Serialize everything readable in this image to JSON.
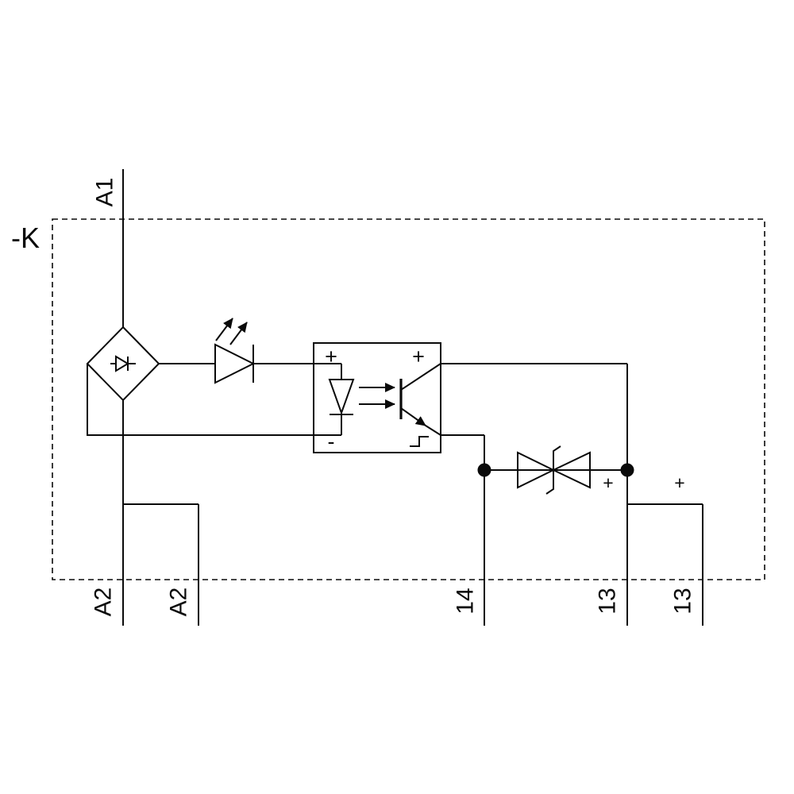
{
  "module": {
    "label": "-K"
  },
  "terminals": {
    "a1": "A1",
    "a2_main": "A2",
    "a2_aux": "A2",
    "t14": "14",
    "t13_main": "13",
    "t13_aux": "13"
  },
  "optocoupler": {
    "input_plus": "+",
    "input_minus": "-",
    "output_plus": "+"
  },
  "polarity": {
    "node13_plus": "+",
    "aux13_plus": "+"
  },
  "components": [
    "bridge-rectifier",
    "input-diode",
    "led-indicator",
    "optocoupler",
    "phototransistor",
    "tvs-suppressor-diode"
  ],
  "colors": {
    "line": "#0a0a0a",
    "background": "#ffffff"
  }
}
